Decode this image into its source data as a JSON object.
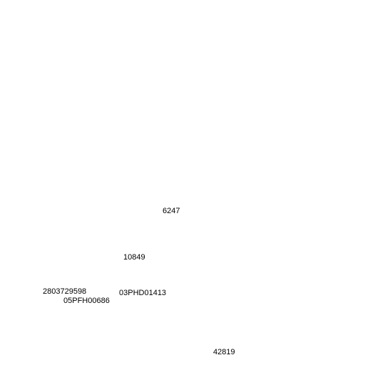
{
  "labels": [
    "6247",
    "10849",
    "2803729598",
    "05PFH00686",
    "03PHD01413",
    "42819"
  ]
}
